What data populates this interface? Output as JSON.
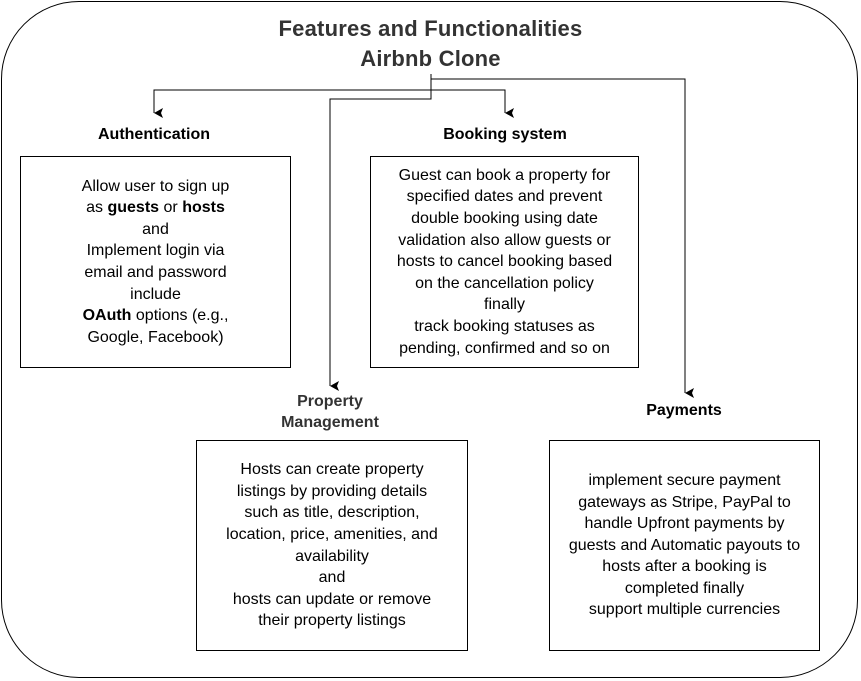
{
  "diagram": {
    "title_line1": "Features and Functionalities",
    "title_line2": "Airbnb Clone",
    "sections": {
      "authentication": {
        "heading": "Authentication",
        "line1": "Allow user to sign up",
        "line2_prefix": "as ",
        "line2_bold1": "guests",
        "line2_mid": " or ",
        "line2_bold2": "hosts",
        "line3": "and",
        "line4": "Implement login via",
        "line5": "email and password",
        "line6": "include",
        "line7_bold": "OAuth",
        "line7_rest": " options (e.g.,",
        "line8": "Google, Facebook)"
      },
      "booking": {
        "heading": "Booking system",
        "lines": [
          "Guest can book a property for",
          "specified dates and prevent",
          "double booking using date",
          "validation also allow guests or",
          "hosts to cancel booking based",
          "on the cancellation policy",
          "finally",
          "track booking statuses as",
          "pending, confirmed and so on"
        ]
      },
      "property": {
        "heading_line1": "Property",
        "heading_line2": "Management",
        "lines": [
          "Hosts can create property",
          "listings by providing details",
          "such as title, description,",
          "location, price, amenities, and",
          "availability",
          "and",
          "hosts can update or remove",
          "their property listings"
        ]
      },
      "payments": {
        "heading": "Payments",
        "lines": [
          "implement secure payment",
          "gateways as Stripe, PayPal to",
          "handle Upfront payments by",
          "guests and Automatic payouts to",
          "hosts after a booking is",
          "completed finally",
          "support multiple currencies"
        ]
      }
    }
  }
}
